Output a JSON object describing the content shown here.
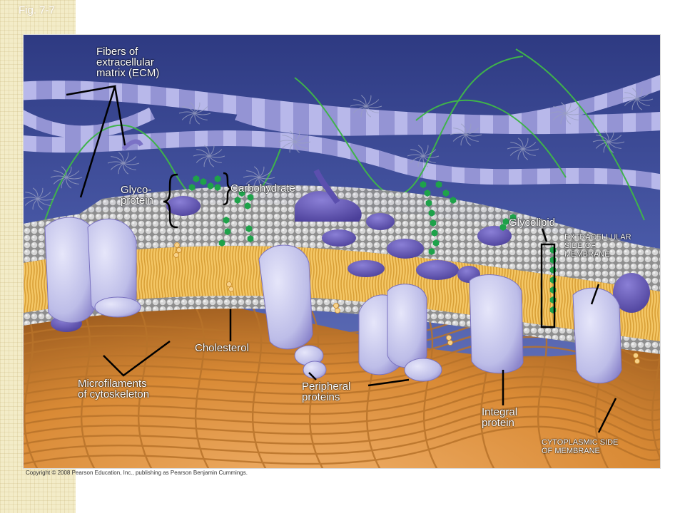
{
  "figure": {
    "label": "Fig. 7-7"
  },
  "labels": {
    "ecm": "Fibers of\nextracellular\nmatrix (ECM)",
    "glycoprotein": "Glyco-\nprotein",
    "carbohydrate": "Carbohydrate",
    "glycolipid": "Glycolipid",
    "extracellular_side": "EXTRACELLULAR\nSIDE OF\nMEMBRANE",
    "cholesterol": "Cholesterol",
    "microfilaments": "Microfilaments\nof cytoskeleton",
    "peripheral": "Peripheral\nproteins",
    "integral": "Integral\nprotein",
    "cytoplasmic_side": "CYTOPLASMIC SIDE\nOF MEMBRANE"
  },
  "copyright": "Copyright © 2008 Pearson Education, Inc., publishing as Pearson Benjamin Cummings.",
  "colors": {
    "background": "#3f4f9a",
    "ecm_fiber": "#8f8fd0",
    "ecm_stripe": "#b3b3e6",
    "lipid_head": "#bdbdbd",
    "lipid_tail": "#f2c35a",
    "protein": "#c9c9ee",
    "protein_dark": "#6a5fb8",
    "carbohydrate": "#1fa64a",
    "cytoplasm": "#d9862f",
    "leader_line": "#000000"
  }
}
